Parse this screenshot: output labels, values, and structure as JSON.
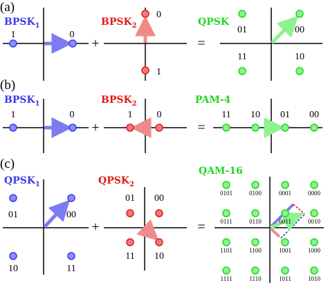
{
  "colors": {
    "blue": "#3a3af0",
    "blue_fill": "#8a8ef8",
    "red": "#e01a1a",
    "red_fill": "#f27a7a",
    "green": "#22d622",
    "green_fill": "#8ef28e",
    "blue_arrow": "#7b7bf2",
    "red_arrow": "#f08a8a",
    "green_arrow": "#8ef28e"
  },
  "operators": {
    "plus": "+",
    "equals": "="
  },
  "panels": [
    {
      "label": "(a)",
      "a": {
        "title": "BPSK",
        "sub": "1",
        "bits": [
          "1",
          "0"
        ]
      },
      "b": {
        "title": "BPSK",
        "sub": "2",
        "bits": [
          "0",
          "1"
        ]
      },
      "c": {
        "title": "QPSK",
        "bits": [
          "01",
          "00",
          "11",
          "10"
        ]
      }
    },
    {
      "label": "(b)",
      "a": {
        "title": "BPSK",
        "sub": "1",
        "bits": [
          "1",
          "0"
        ]
      },
      "b": {
        "title": "BPSK",
        "sub": "2",
        "bits": [
          "1",
          "0"
        ]
      },
      "c": {
        "title": "PAM-4",
        "bits": [
          "11",
          "10",
          "01",
          "00"
        ]
      }
    },
    {
      "label": "(c)",
      "a": {
        "title": "QPSK",
        "sub": "1",
        "bits": [
          "01",
          "00",
          "10",
          "11"
        ]
      },
      "b": {
        "title": "QPSK",
        "sub": "2",
        "bits": [
          "01",
          "00",
          "11",
          "10"
        ]
      },
      "c": {
        "title": "QAM-16",
        "bits": [
          "0101",
          "0100",
          "0001",
          "0000",
          "0111",
          "0110",
          "0011",
          "0010",
          "1101",
          "1100",
          "1001",
          "1000",
          "1111",
          "1110",
          "1011",
          "1010"
        ]
      }
    }
  ]
}
